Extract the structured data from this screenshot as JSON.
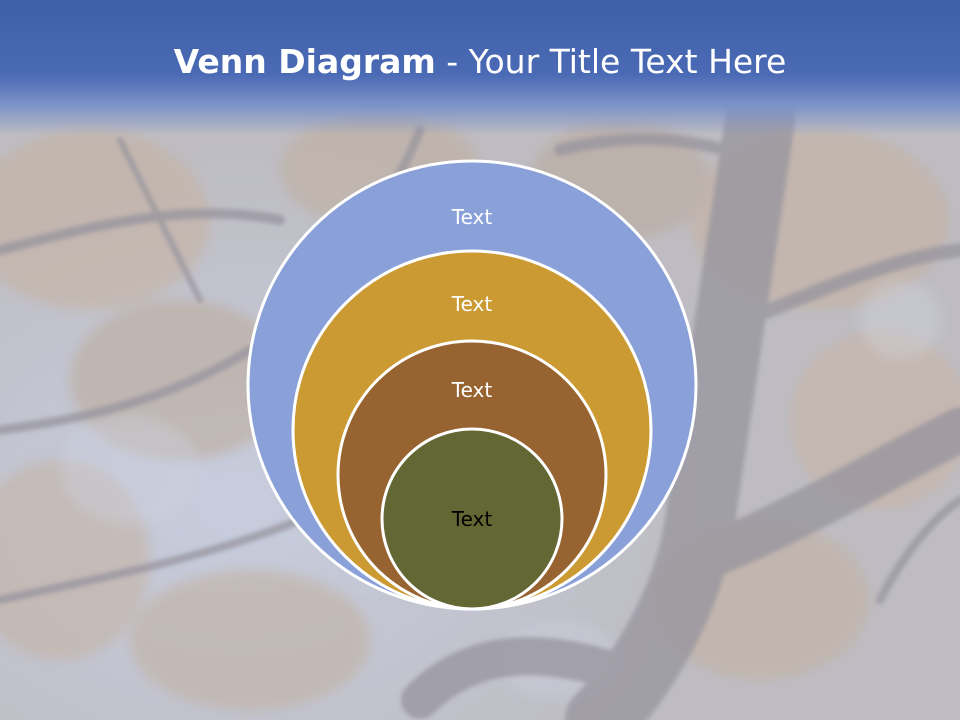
{
  "slide": {
    "title_bold": "Venn Diagram",
    "title_rest": " - Your Title Text Here"
  },
  "diagram": {
    "type": "nested-circles",
    "circles": [
      {
        "label": "Text",
        "fill": "#8aa0d8",
        "text_color": "#ffffff"
      },
      {
        "label": "Text",
        "fill": "#cc9a33",
        "text_color": "#ffffff"
      },
      {
        "label": "Text",
        "fill": "#976330",
        "text_color": "#ffffff"
      },
      {
        "label": "Text",
        "fill": "#636733",
        "text_color": "#000000"
      }
    ]
  },
  "colors": {
    "header_blue": "#4a6ab5",
    "circle_stroke": "#ffffff"
  }
}
